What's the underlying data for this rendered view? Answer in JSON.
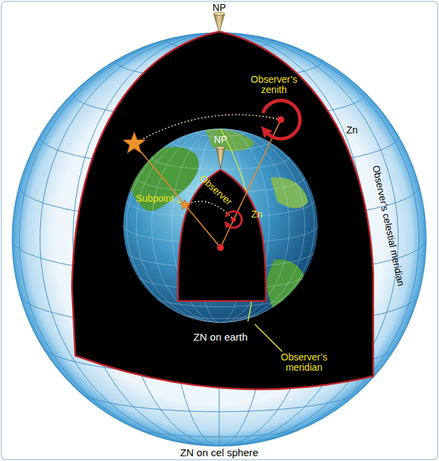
{
  "diagram": {
    "labels": [
      "NP",
      "Observer’s zenith",
      "Zn",
      "Observer’s celestial meridian",
      "NP",
      "Observer",
      "Subpoint",
      "Zn",
      "Observer’s meridian",
      "ZN on earth",
      "ZN on cel sphere"
    ]
  }
}
